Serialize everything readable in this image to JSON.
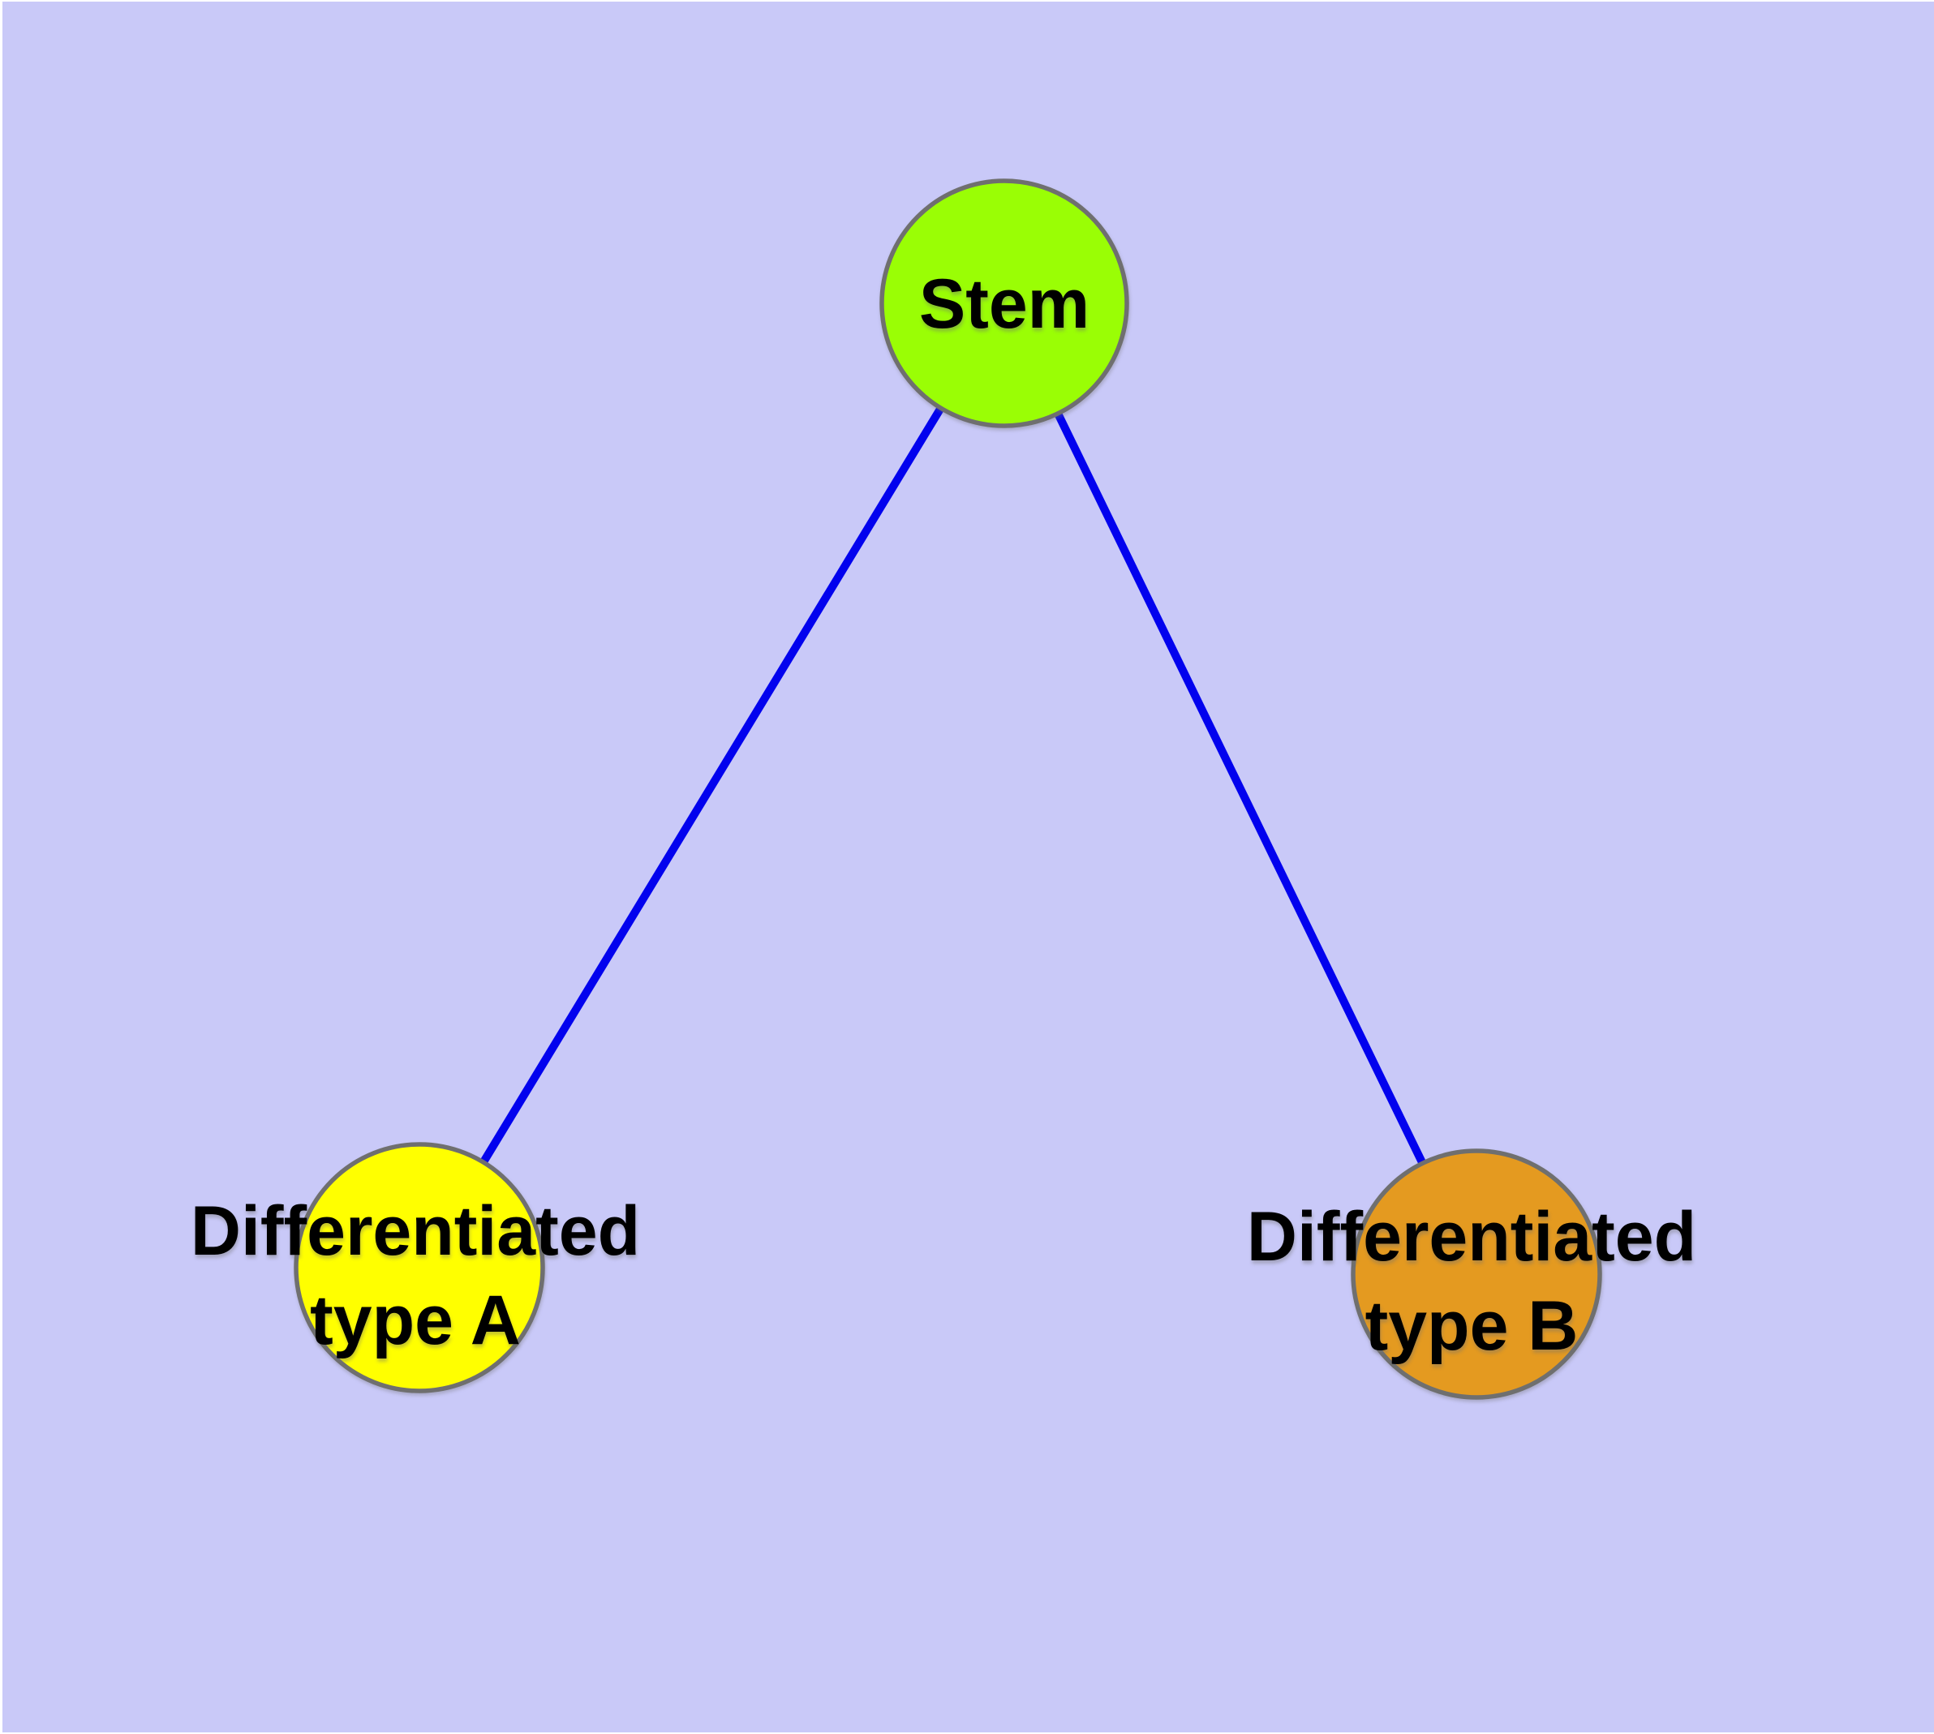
{
  "diagram": {
    "type": "graph",
    "background_color": "#C9C9F8",
    "page_border_color": "#FFFFFF",
    "edge_color": "#0202EE",
    "node_border_color": "#6F6F6F",
    "text_color": "#000000",
    "nodes": {
      "stem": {
        "label": "Stem",
        "fill": "#9AFE05"
      },
      "diff_a": {
        "line1": "Differentiated",
        "line2": "type A",
        "fill": "#FFFF00"
      },
      "diff_b": {
        "line1": "Differentiated",
        "line2": "type B",
        "fill": "#E49A20"
      }
    },
    "edges": [
      {
        "from": "stem",
        "to": "diff_a"
      },
      {
        "from": "stem",
        "to": "diff_b"
      }
    ]
  }
}
